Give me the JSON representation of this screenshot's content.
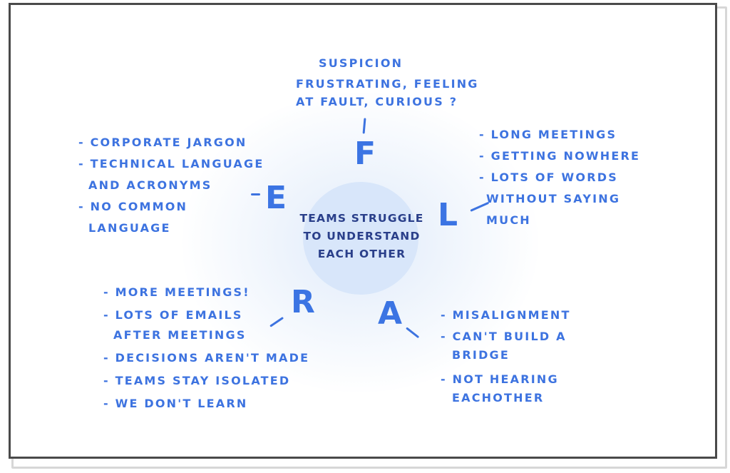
{
  "center": {
    "lines": [
      "TEAMS STRUGGLE",
      "TO UNDERSTAND",
      "EACH OTHER"
    ]
  },
  "letters": {
    "f": "F",
    "e": "E",
    "l": "L",
    "r": "R",
    "a": "A"
  },
  "f_branch": {
    "lines": [
      "SUSPICION",
      "FRUSTRATING, FEELING",
      "AT FAULT, CURIOUS ?"
    ]
  },
  "e_branch": {
    "lines": [
      "- CORPORATE JARGON",
      "- TECHNICAL LANGUAGE",
      "  AND ACRONYMS",
      "- NO COMMON",
      "  LANGUAGE"
    ]
  },
  "l_branch": {
    "lines": [
      "- LONG MEETINGS",
      "- GETTING NOWHERE",
      "- LOTS OF WORDS",
      "  WITHOUT SAYING",
      "  MUCH"
    ]
  },
  "r_branch": {
    "lines": [
      "- MORE MEETINGS!",
      "- LOTS OF EMAILS",
      "  AFTER MEETINGS",
      "- DECISIONS AREN'T MADE",
      "- TEAMS STAY ISOLATED",
      "- WE DON'T LEARN"
    ]
  },
  "a_branch": {
    "lines": [
      "- MISALIGNMENT",
      "- CAN'T BUILD A",
      "  BRIDGE",
      "- NOT HEARING",
      "  EACHOTHER"
    ]
  },
  "colors": {
    "ink": "#3d73e0",
    "center_ink": "#2a3f8a",
    "center_fill": "#d8e6fa",
    "frame": "#4a4a4a"
  }
}
